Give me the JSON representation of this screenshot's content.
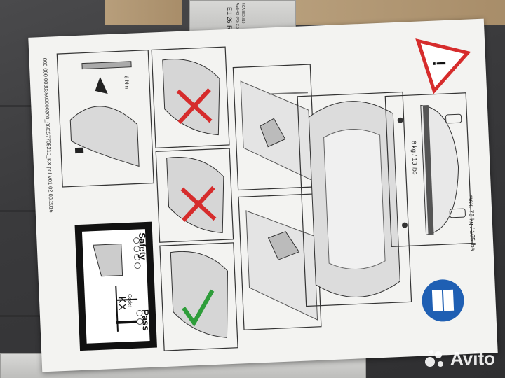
{
  "sheet": {
    "part_label_lines": [
      "4GA.860.819",
      "Audi 4G (F3) 2.5.x"
    ],
    "approval_mark": "E1 26 R",
    "doc_code": "000 000 00303600000200_06ES7705210_KX.pdf V01 02.03.2016",
    "torque": "6 Nm",
    "load_weight": "6 kg / 13 lbs",
    "max_load": "max. 75 kg / 165 lbs",
    "badge_safety": "Safety",
    "badge_pass": "Pass",
    "badge_code_label": "Code:",
    "badge_code_value": "KX"
  },
  "watermark": {
    "text": "Avito",
    "icon": "avito-logo-icon"
  },
  "colors": {
    "warning": "#d62c2c",
    "info": "#1f5fb3",
    "check": "#2e9d3a",
    "sheet": "#f3f3f1"
  }
}
